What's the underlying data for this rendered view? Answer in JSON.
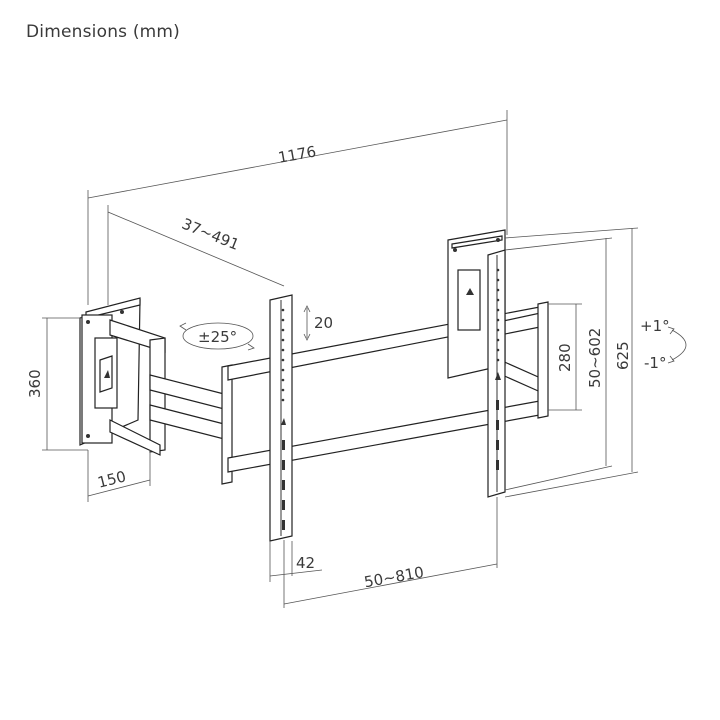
{
  "title": "Dimensions (mm)",
  "dimensions": {
    "overall_width": "1176",
    "extension": "37~491",
    "swivel": "±25°",
    "vertical_adjust": "20",
    "wall_plate_height": "360",
    "wall_plate_width": "150",
    "arm_height": "280",
    "vesa_vertical": "50~602",
    "max_height": "625",
    "tilt_up": "+1°",
    "tilt_down": "-1°",
    "bracket_width": "42",
    "vesa_horizontal": "50~810"
  }
}
